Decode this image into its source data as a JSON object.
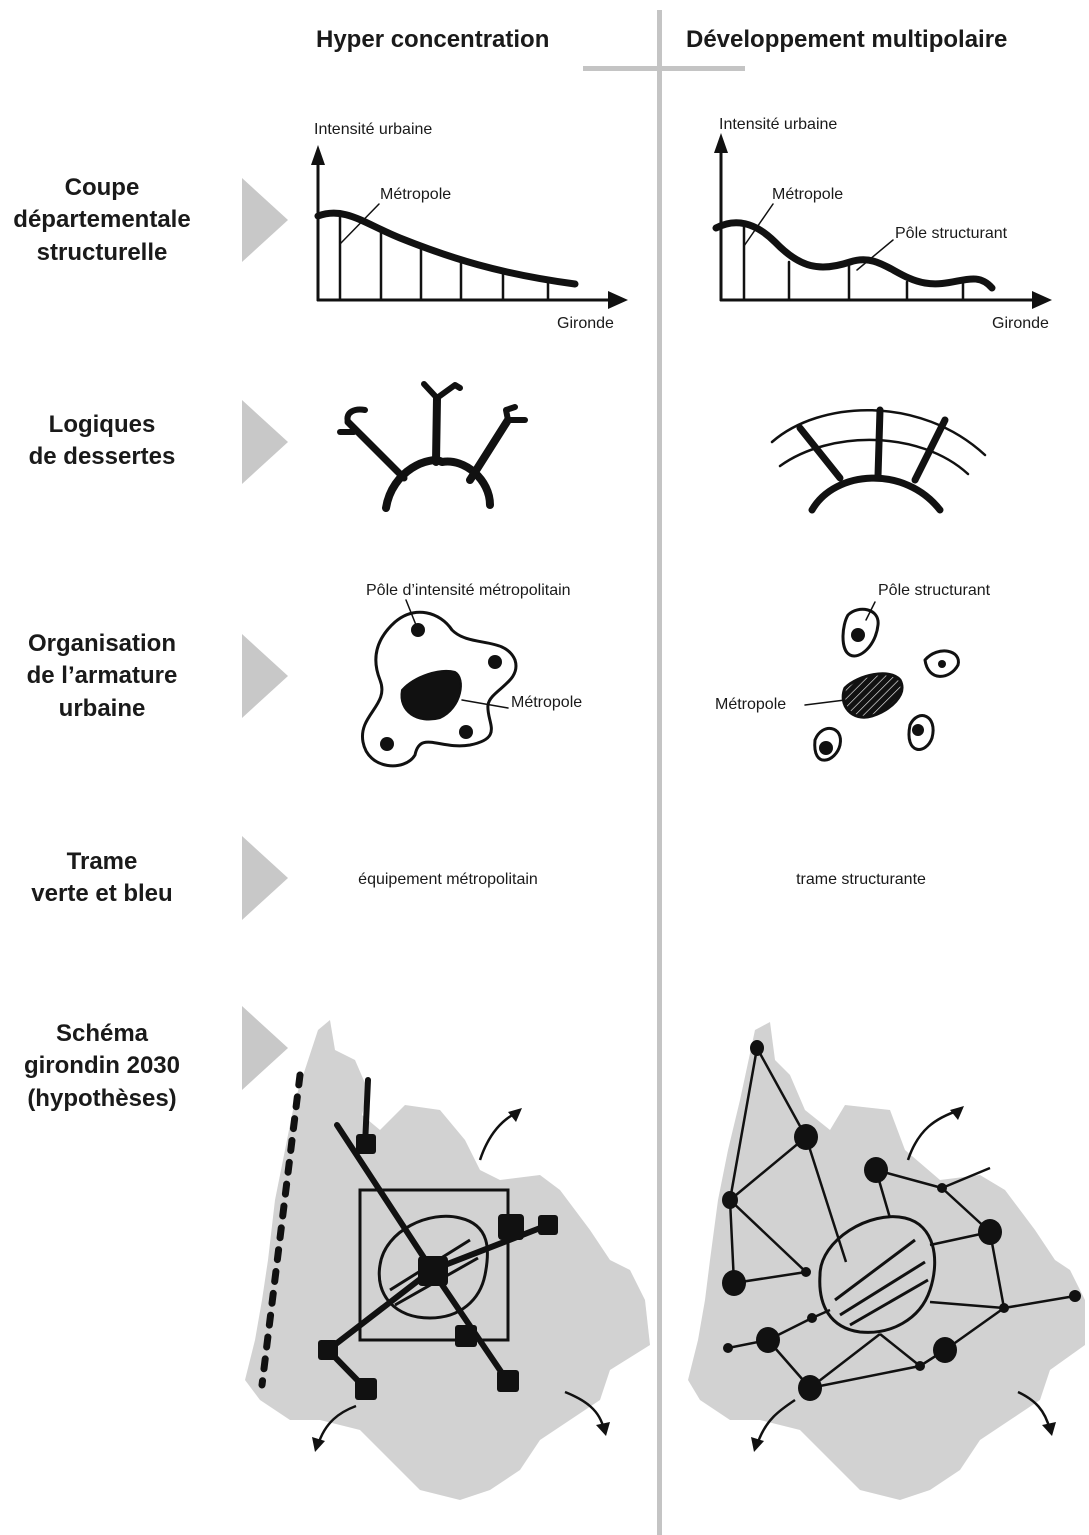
{
  "columns": {
    "left": "Hyper concentration",
    "right": "Développement multipolaire"
  },
  "rows": [
    {
      "lines": [
        "Coupe",
        "départementale",
        "structurelle"
      ]
    },
    {
      "lines": [
        "Logiques",
        "de dessertes"
      ]
    },
    {
      "lines": [
        "Organisation",
        "de l’armature",
        "urbaine"
      ]
    },
    {
      "lines": [
        "Trame",
        "verte et bleu"
      ]
    },
    {
      "lines": [
        "Schéma",
        "girondin 2030",
        "(hypothèses)"
      ]
    }
  ],
  "coupe": {
    "left": {
      "yaxis": "Intensité urbaine",
      "xaxis": "Gironde",
      "annotation": "Métropole"
    },
    "right": {
      "yaxis": "Intensité urbaine",
      "xaxis": "Gironde",
      "annotation": "Métropole",
      "annotation2": "Pôle structurant"
    }
  },
  "armature": {
    "left": {
      "pole": "Pôle d’intensité métropolitain",
      "metro": "Métropole"
    },
    "right": {
      "pole": "Pôle structurant",
      "metro": "Métropole"
    }
  },
  "trame": {
    "left": "équipement métropolitain",
    "right": "trame structurante"
  },
  "colors": {
    "ink": "#111111",
    "divider": "#c4c4c4",
    "map": "#d2d2d2",
    "arrow": "#c8c8c8"
  }
}
